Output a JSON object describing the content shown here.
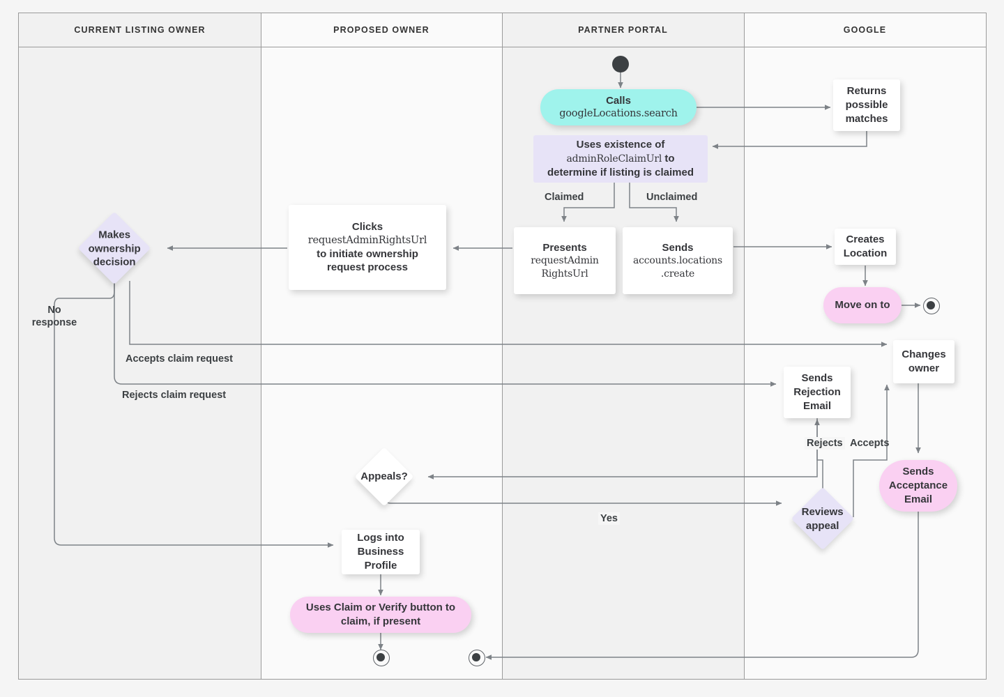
{
  "diagram": {
    "title": "Google Business Profile listing ownership transfer flow",
    "lanes": [
      {
        "id": "current-listing-owner",
        "label": "CURRENT LISTING OWNER"
      },
      {
        "id": "proposed-owner",
        "label": "PROPOSED OWNER"
      },
      {
        "id": "partner-portal",
        "label": "PARTNER PORTAL"
      },
      {
        "id": "google",
        "label": "GOOGLE"
      }
    ],
    "colors": {
      "canvas": "#f5f5f5",
      "lane_dark": "#f1f1f1",
      "lane_light": "#fafafa",
      "border": "#9a9a9a",
      "edge": "#7d8287",
      "text": "#35363a",
      "cyan": "#9ff3ec",
      "pink": "#fad0f2",
      "lavender": "#e7e3f7",
      "white": "#ffffff",
      "terminator": "#3c4043"
    },
    "nodes": [
      {
        "id": "start",
        "shape": "initial-node",
        "lane": "partner-portal",
        "label": ""
      },
      {
        "id": "calls-search",
        "shape": "rounded",
        "lane": "partner-portal",
        "color": "cyan",
        "line1": "Calls",
        "line2": "googleLocations.search"
      },
      {
        "id": "returns-matches",
        "shape": "rect",
        "lane": "google",
        "color": "white",
        "label": "Returns possible matches"
      },
      {
        "id": "uses-existence",
        "shape": "rect",
        "lane": "partner-portal",
        "color": "lavender",
        "line1": "Uses existence of",
        "line2": "adminRoleClaimUrl",
        "line3": " to",
        "line4": "determine if listing is claimed"
      },
      {
        "id": "presents-url",
        "shape": "rect",
        "lane": "partner-portal",
        "color": "white",
        "line1": "Presents",
        "line2": "requestAdmin",
        "line3": "RightsUrl"
      },
      {
        "id": "sends-create",
        "shape": "rect",
        "lane": "partner-portal",
        "color": "white",
        "line1": "Sends",
        "line2": "accounts.locations",
        "line3": ".create"
      },
      {
        "id": "creates-location",
        "shape": "rect",
        "lane": "google",
        "color": "white",
        "label": "Creates Location"
      },
      {
        "id": "move-on-to",
        "shape": "rounded",
        "lane": "google",
        "color": "pink",
        "label": "Move on to"
      },
      {
        "id": "end-google",
        "shape": "final-node",
        "lane": "google",
        "label": ""
      },
      {
        "id": "clicks-url",
        "shape": "rect",
        "lane": "proposed-owner",
        "color": "white",
        "line1": "Clicks",
        "line2": "requestAdminRightsUrl",
        "line3": "to initiate ownership",
        "line4": "request process"
      },
      {
        "id": "makes-ownership-decision",
        "shape": "diamond",
        "lane": "current-listing-owner",
        "color": "lavender",
        "label": "Makes ownership decision"
      },
      {
        "id": "changes-owner",
        "shape": "rect",
        "lane": "google",
        "color": "white",
        "label": "Changes owner"
      },
      {
        "id": "sends-rejection-email",
        "shape": "rect",
        "lane": "google",
        "color": "white",
        "label": "Sends Rejection Email"
      },
      {
        "id": "sends-acceptance-email",
        "shape": "rounded",
        "lane": "google",
        "color": "pink",
        "label": "Sends Acceptance Email"
      },
      {
        "id": "appeals",
        "shape": "diamond",
        "lane": "proposed-owner",
        "color": "white",
        "label": "Appeals?"
      },
      {
        "id": "reviews-appeal",
        "shape": "diamond",
        "lane": "google",
        "color": "lavender",
        "label": "Reviews appeal"
      },
      {
        "id": "logs-into-business-profile",
        "shape": "rect",
        "lane": "proposed-owner",
        "color": "white",
        "label": "Logs into Business Profile"
      },
      {
        "id": "uses-claim-verify",
        "shape": "rounded",
        "lane": "proposed-owner",
        "color": "pink",
        "label": "Uses Claim or Verify button to claim, if present"
      },
      {
        "id": "end-proposed",
        "shape": "final-node",
        "lane": "proposed-owner",
        "label": ""
      },
      {
        "id": "end-partner",
        "shape": "final-node",
        "lane": "partner-portal",
        "label": ""
      }
    ],
    "edge_labels": [
      {
        "id": "claimed",
        "text": "Claimed"
      },
      {
        "id": "unclaimed",
        "text": "Unclaimed"
      },
      {
        "id": "no-response",
        "text": "No response"
      },
      {
        "id": "accepts-claim-request",
        "text": "Accepts claim request"
      },
      {
        "id": "rejects-claim-request",
        "text": "Rejects claim request"
      },
      {
        "id": "rejects",
        "text": "Rejects"
      },
      {
        "id": "accepts",
        "text": "Accepts"
      },
      {
        "id": "yes",
        "text": "Yes"
      }
    ],
    "node_text": {
      "calls_l1": "Calls",
      "calls_l2": "googleLocations.search",
      "returns_matches": "Returns possible matches",
      "uses_l1": "Uses existence of",
      "uses_l2": "adminRoleClaimUrl",
      "uses_l2b": " to",
      "uses_l3": "determine if listing is claimed",
      "presents_l1": "Presents",
      "presents_l2": "requestAdmin",
      "presents_l3": "RightsUrl",
      "sends_l1": "Sends",
      "sends_l2": "accounts.locations",
      "sends_l3": ".create",
      "creates_location": "Creates Location",
      "move_on_to": "Move on to",
      "clicks_l1": "Clicks",
      "clicks_l2": "requestAdminRightsUrl",
      "clicks_l3": "to initiate ownership",
      "clicks_l4": "request process",
      "makes_decision": "Makes ownership decision",
      "changes_owner": "Changes owner",
      "sends_rejection": "Sends Rejection Email",
      "sends_acceptance": "Sends Acceptance Email",
      "appeals": "Appeals?",
      "reviews_appeal": "Reviews appeal",
      "logs_into": "Logs into Business Profile",
      "uses_claim": "Uses Claim or Verify button to claim, if present"
    }
  }
}
